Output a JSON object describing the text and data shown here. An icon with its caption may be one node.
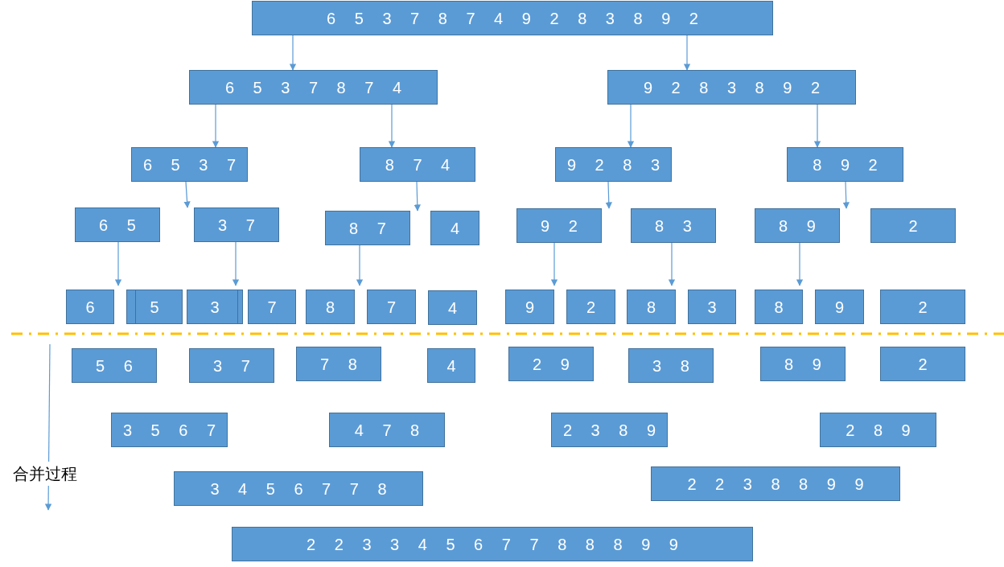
{
  "diagram": {
    "nodes": [
      {
        "text": [
          "6 5 3 7 8 7 4 9 2 8 3 8 9 2"
        ]
      },
      {
        "text": [
          "6 5 3 7 8 7 4"
        ]
      },
      {
        "text": [
          "9 2 8 3 8 9 2"
        ]
      },
      {
        "text": [
          "6 5 3 7"
        ]
      },
      {
        "text": [
          "8 7 4"
        ]
      },
      {
        "text": [
          "9 2 8 3"
        ]
      },
      {
        "text": [
          "8 9 2"
        ]
      },
      {
        "text": [
          "6 5"
        ]
      },
      {
        "text": [
          "3 7"
        ]
      },
      {
        "text": [
          "8 7"
        ]
      },
      {
        "text": [
          "4"
        ]
      },
      {
        "text": [
          "9 2"
        ]
      },
      {
        "text": [
          "8 3"
        ]
      },
      {
        "text": [
          "8 9"
        ]
      },
      {
        "text": [
          "2"
        ]
      },
      {
        "text": [
          "6"
        ]
      },
      {
        "text": [
          "5"
        ]
      },
      {
        "text": [
          "3"
        ]
      },
      {
        "text": [
          "7"
        ]
      },
      {
        "text": [
          "8"
        ]
      },
      {
        "text": [
          "7"
        ]
      },
      {
        "text": [
          "4"
        ]
      },
      {
        "text": [
          "9"
        ]
      },
      {
        "text": [
          "2"
        ]
      },
      {
        "text": [
          "8"
        ]
      },
      {
        "text": [
          "3"
        ]
      },
      {
        "text": [
          "8"
        ]
      },
      {
        "text": [
          "9"
        ]
      },
      {
        "text": [
          "2"
        ]
      },
      {
        "text": [
          "5 6"
        ]
      },
      {
        "text": [
          "3 7"
        ]
      },
      {
        "text": [
          "7 8"
        ]
      },
      {
        "text": [
          "4"
        ]
      },
      {
        "text": [
          "2 9"
        ]
      },
      {
        "text": [
          "3 8"
        ]
      },
      {
        "text": [
          "8 9"
        ]
      },
      {
        "text": [
          "2"
        ]
      },
      {
        "text": [
          "3 5 6 7"
        ]
      },
      {
        "text": [
          "4 7 8"
        ]
      },
      {
        "text": [
          "2 3 8 9"
        ]
      },
      {
        "text": [
          "2 8 9"
        ]
      },
      {
        "text": [
          "3 4 5 6 7 7 8"
        ]
      },
      {
        "text": [
          "2 2 3 8 8 9 9"
        ]
      },
      {
        "text": [
          "2 2 3 3 4 5 6 7 7 8 8 8 9 9"
        ]
      }
    ],
    "edges": [
      {
        "from": 0,
        "to": 1,
        "arrow": "to"
      },
      {
        "from": 0,
        "to": 2,
        "arrow": "to"
      },
      {
        "from": 1,
        "to": 3,
        "arrow": "to"
      },
      {
        "from": 1,
        "to": 4,
        "arrow": "to"
      },
      {
        "from": 2,
        "to": 5,
        "arrow": "to"
      },
      {
        "from": 2,
        "to": 6,
        "arrow": "to"
      },
      {
        "from": 3,
        "to": 8,
        "arrow": "to"
      },
      {
        "from": 4,
        "to": 10,
        "arrow": "to"
      },
      {
        "from": 5,
        "to": 11,
        "arrow": "to"
      },
      {
        "from": 6,
        "to": 13,
        "arrow": "to"
      },
      {
        "from": 7,
        "to": 15,
        "arrow": "to"
      },
      {
        "from": 8,
        "to": 18,
        "arrow": "to"
      },
      {
        "from": 9,
        "to": 19,
        "arrow": "to"
      },
      {
        "from": 11,
        "to": 22,
        "arrow": "to"
      },
      {
        "from": 12,
        "to": 24,
        "arrow": "to"
      },
      {
        "from": 13,
        "to": 26,
        "arrow": "to"
      }
    ],
    "labels": [
      "合并过程"
    ]
  }
}
